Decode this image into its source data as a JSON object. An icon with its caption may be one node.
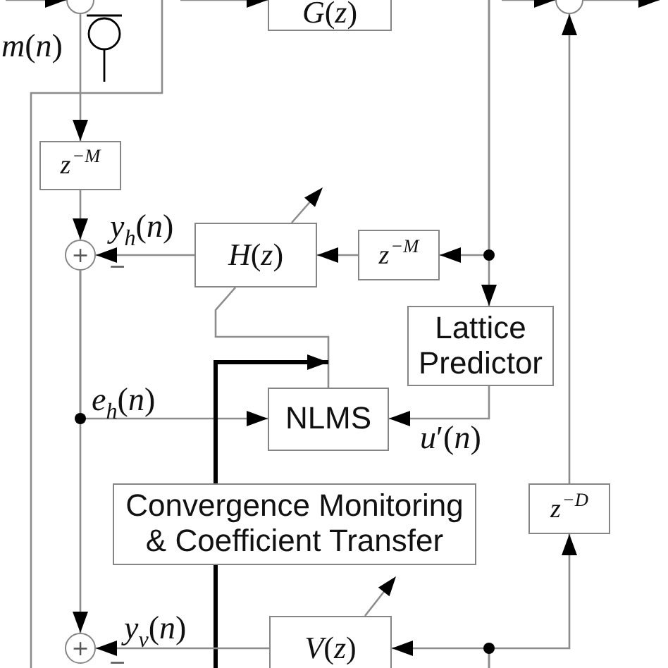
{
  "diagram": {
    "nodes": [
      {
        "text": [],
        "shape": "circle"
      },
      {
        "text": [
          "*G*(*z*)"
        ]
      },
      {
        "text": [],
        "shape": "circle"
      },
      {
        "text": [
          "*z*$^{−M}$"
        ]
      },
      {
        "text": [
          "+"
        ],
        "beside": [
          "−"
        ]
      },
      {
        "text": [
          "*H*(*z*)"
        ]
      },
      {
        "text": [
          "*z*$^{−M}$"
        ]
      },
      {
        "text": [
          "Lattice Predictor"
        ]
      },
      {
        "text": [
          "NLMS"
        ]
      },
      {
        "text": [
          "Convergence Monitoring & Coefficient Transfer"
        ]
      },
      {
        "text": [
          "*z*$^{−D}$"
        ]
      },
      {
        "text": [
          "+"
        ],
        "beside": [
          "−"
        ]
      },
      {
        "text": [
          "*V*(*z*)"
        ]
      }
    ],
    "edges": [
      {
        "from": null,
        "to": 0,
        "arrow": "to"
      },
      {
        "from": null,
        "to": 1,
        "arrow": "to"
      },
      {
        "from": null,
        "to": 2,
        "arrow": "to"
      },
      {
        "from": 2,
        "to": null,
        "arrow": "to"
      },
      {
        "from": 0,
        "to": 3,
        "arrow": "to",
        "label": "*m*(*n*)"
      },
      {
        "from": 3,
        "to": 4,
        "arrow": "to"
      },
      {
        "from": 5,
        "to": 4,
        "arrow": "to",
        "label": "*y*$_{h}$(*n*)"
      },
      {
        "from": null,
        "to": 6,
        "arrow": "to"
      },
      {
        "from": null,
        "to": 7,
        "arrow": "to"
      },
      {
        "from": 6,
        "to": 5,
        "arrow": "to"
      },
      {
        "from": 4,
        "to": 8,
        "arrow": "to",
        "label": "*e*$_{h}$(*n*)"
      },
      {
        "from": 4,
        "to": 11,
        "arrow": "to"
      },
      {
        "from": 7,
        "to": 8,
        "arrow": "to",
        "label": "*u*′(*n*)"
      },
      {
        "from": 8,
        "to": 5,
        "arrow": "none"
      },
      {
        "from": 9,
        "to": 8,
        "arrow": "to",
        "style": "thick",
        "color": "#000000"
      },
      {
        "from": null,
        "to": 9,
        "arrow": "none",
        "style": "thick",
        "color": "#000000"
      },
      {
        "from": 12,
        "to": 11,
        "arrow": "to",
        "label": "*y*$_{v}$(*n*)"
      },
      {
        "from": null,
        "to": 12,
        "arrow": "to"
      },
      {
        "from": null,
        "to": 10,
        "arrow": "to"
      },
      {
        "from": 10,
        "to": 2,
        "arrow": "to"
      }
    ]
  }
}
